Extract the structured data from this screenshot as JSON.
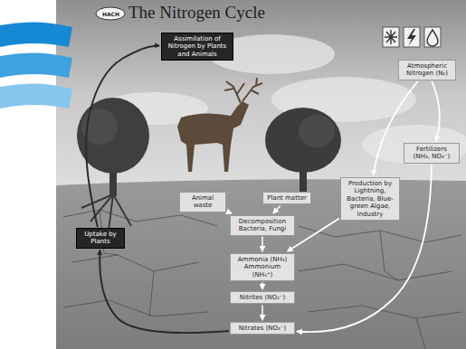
{
  "diagram": {
    "title": "The Nitrogen Cycle",
    "nodes": [
      {
        "text": [
          "Assimilation of Nitrogen by Plants and Animals"
        ]
      },
      {
        "text": [
          "Atmospheric Nitrogen (N₂)"
        ]
      },
      {
        "text": [
          "Fertilizers (NH₃, NO₃⁻)"
        ]
      },
      {
        "text": [
          "Production by Lightning, Bacteria, Blue-green Algae, Industry"
        ]
      },
      {
        "text": [
          "Animal waste"
        ]
      },
      {
        "text": [
          "Plant matter"
        ]
      },
      {
        "text": [
          "Decomposition Bacteria, Fungi"
        ]
      },
      {
        "text": [
          "Ammonia (NH₃) Ammonium (NH₄⁺)"
        ]
      },
      {
        "text": [
          "Nitrites (NO₂⁻)"
        ]
      },
      {
        "text": [
          "Nitrates (NO₃⁻)"
        ]
      },
      {
        "text": [
          "Uptake by Plants"
        ]
      }
    ],
    "edges": [
      {
        "from": 9,
        "to": 10,
        "arrow": "to"
      },
      {
        "from": 10,
        "to": 0,
        "arrow": "to"
      },
      {
        "from": 4,
        "to": 6,
        "arrow": "to"
      },
      {
        "from": 5,
        "to": 6,
        "arrow": "to"
      },
      {
        "from": 6,
        "to": 7,
        "arrow": "to"
      },
      {
        "from": 7,
        "to": 8,
        "arrow": "to"
      },
      {
        "from": 8,
        "to": 9,
        "arrow": "to"
      },
      {
        "from": 1,
        "to": 3,
        "arrow": "to"
      },
      {
        "from": 3,
        "to": 7,
        "arrow": "to"
      },
      {
        "from": 1,
        "to": 2,
        "arrow": "to"
      },
      {
        "from": 2,
        "to": 9,
        "arrow": "to"
      }
    ],
    "labels": [
      "HACH"
    ]
  }
}
